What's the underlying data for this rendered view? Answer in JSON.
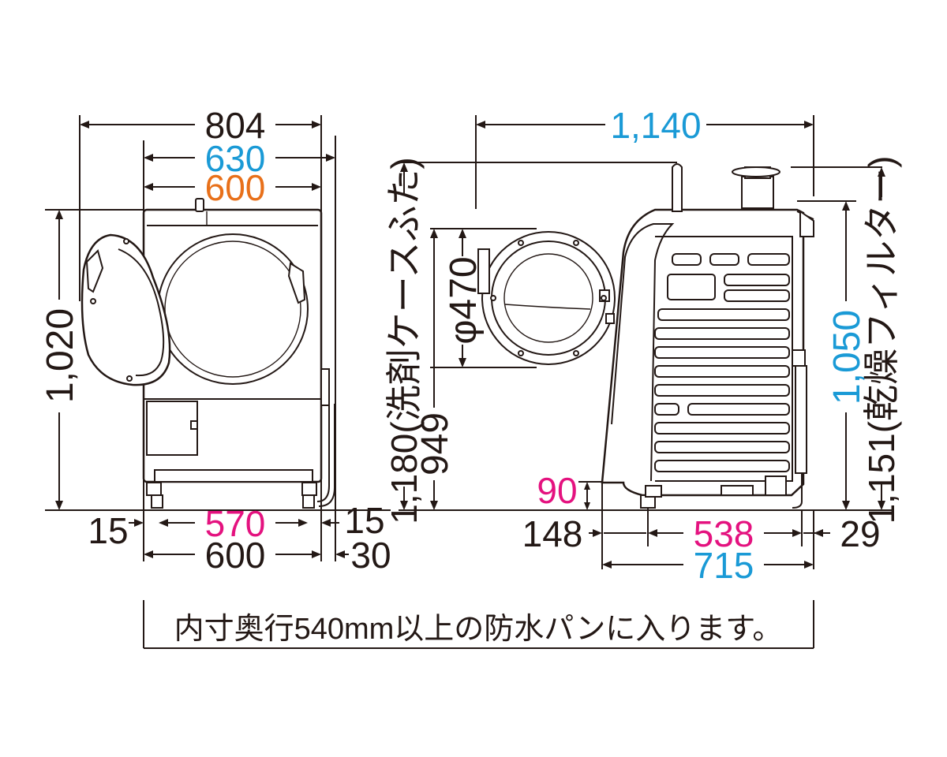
{
  "colors": {
    "black": "#231815",
    "blue": "#1a9ad6",
    "orange": "#e8701a",
    "magenta": "#e4127f"
  },
  "front": {
    "width_overall": "804",
    "width_inner_blue": "630",
    "width_inner_orange": "600",
    "height": "1,020",
    "bottom_left_offset": "15",
    "bottom_width_magenta": "570",
    "bottom_right_offset": "15",
    "base_width": "600",
    "base_right_offset": "30"
  },
  "side": {
    "length_overall": "1,140",
    "height_lid": "1,180(洗剤ケースふた)",
    "door_diameter": "φ470",
    "height_949": "949",
    "clearance_90": "90",
    "base_left": "148",
    "base_middle_magenta": "538",
    "base_right": "29",
    "depth_total": "715",
    "height_1050": "1,050",
    "height_filter": "1,151(乾燥フィルター)"
  },
  "note": "内寸奥行540mm以上の防水パンに入ります。"
}
